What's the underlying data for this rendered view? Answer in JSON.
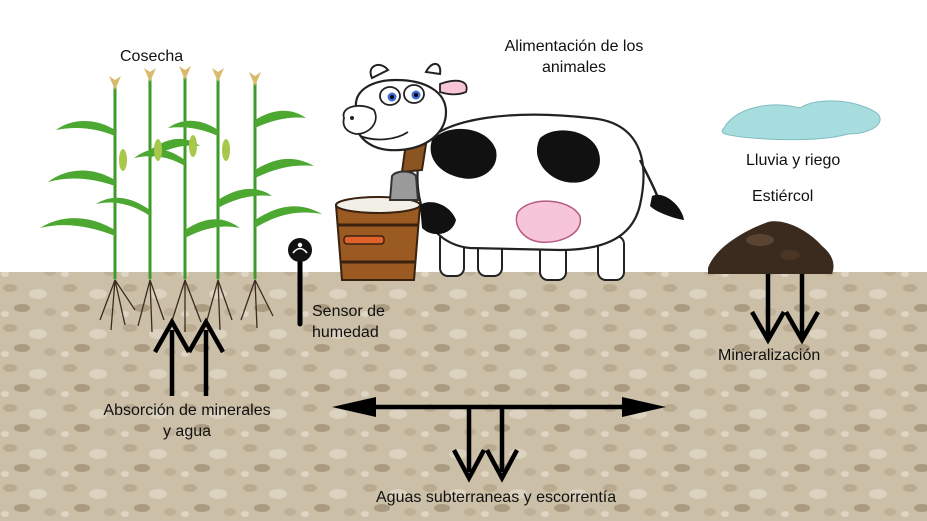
{
  "labels": {
    "harvest": "Cosecha",
    "animal_feed_line1": "Alimentación de los",
    "animal_feed_line2": "animales",
    "rain": "Lluvia y riego",
    "manure": "Estiércol",
    "sensor_line1": "Sensor de",
    "sensor_line2": "humedad",
    "mineralization": "Mineralización",
    "absorption_line1": "Absorción de minerales",
    "absorption_line2": "y agua",
    "groundwater": "Aguas subterraneas y escorrentía"
  },
  "icons": {
    "crop": "corn-plants-icon",
    "cow": "cow-icon",
    "bucket": "milk-bucket-icon",
    "puddle": "water-puddle-icon",
    "manure": "manure-pile-icon",
    "sensor": "moisture-sensor-icon"
  },
  "colors": {
    "soil": "#c9bca5",
    "sky": "#ffffff",
    "plant_green": "#3f9a2a",
    "water": "#a8dde0",
    "manure": "#3b2a1e",
    "arrow": "#000000"
  }
}
